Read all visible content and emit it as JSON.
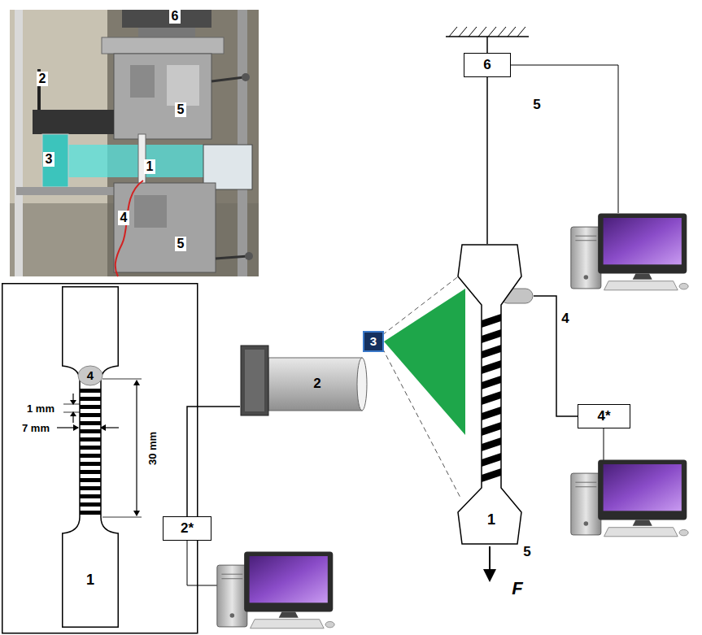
{
  "diagram": {
    "nodes": [
      {
        "text": [
          "1"
        ]
      },
      {
        "text": [
          "4"
        ]
      },
      {
        "text": [
          "6"
        ]
      },
      {
        "text": [
          "2"
        ]
      },
      {
        "text": [
          "3"
        ]
      },
      {
        "text": [
          "4"
        ]
      },
      {
        "text": [
          "1"
        ]
      },
      {
        "text": [
          "4*"
        ]
      },
      {
        "text": [
          "2*"
        ]
      }
    ],
    "edges": [
      {
        "from": 2,
        "to": 6,
        "arrow": "none"
      },
      {
        "from": 5,
        "to": 7,
        "arrow": "none"
      },
      {
        "from": 8,
        "to": 3,
        "arrow": "none"
      }
    ],
    "labels": [
      "6",
      "2",
      "3",
      "5",
      "1",
      "4",
      "5",
      "1 mm",
      "7 mm",
      "30 mm",
      "5",
      "5",
      "F"
    ]
  }
}
